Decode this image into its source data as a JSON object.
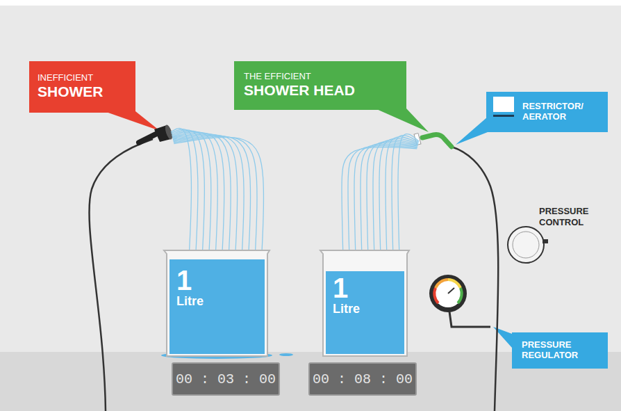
{
  "diagram": {
    "nodes": [
      {
        "text": [
          "INEFFICIENT",
          "SHOWER"
        ]
      },
      {
        "text": [
          "THE EFFICIENT",
          "SHOWER HEAD"
        ]
      },
      {
        "text": [
          "RESTRICTOR/ AERATOR"
        ]
      },
      {
        "text": [
          "1",
          "Litre"
        ]
      },
      {
        "text": [
          "1",
          "Litre"
        ]
      },
      {
        "text": [
          "PRESSURE REGULATOR"
        ]
      },
      {
        "text": [
          "00 : 03 : 00"
        ]
      },
      {
        "text": [
          "00 : 08 : 00"
        ]
      }
    ],
    "labels": [
      "PRESSURE CONTROL"
    ]
  }
}
